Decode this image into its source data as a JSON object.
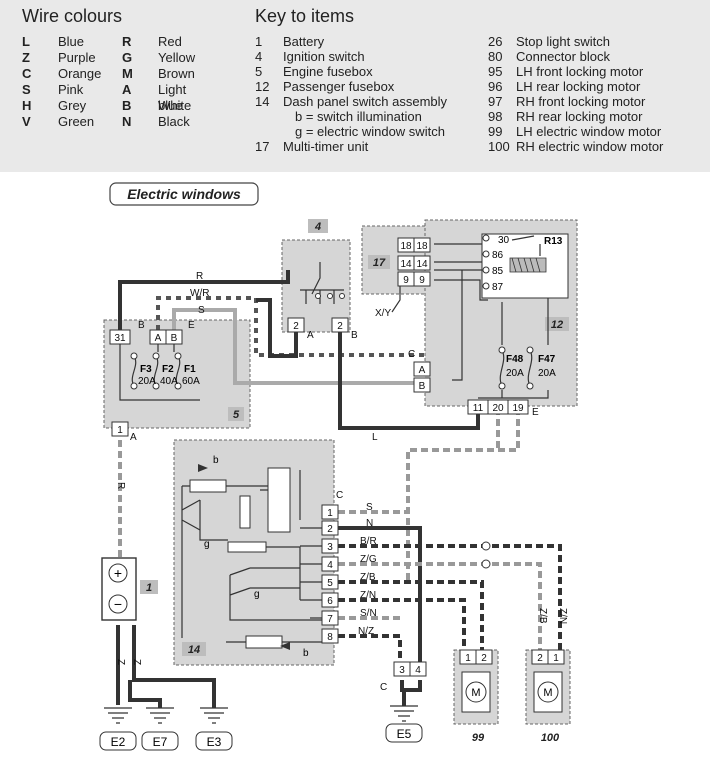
{
  "wire_colours": {
    "title": "Wire colours",
    "entries": [
      {
        "code": "L",
        "name": "Blue"
      },
      {
        "code": "Z",
        "name": "Purple"
      },
      {
        "code": "C",
        "name": "Orange"
      },
      {
        "code": "S",
        "name": "Pink"
      },
      {
        "code": "H",
        "name": "Grey"
      },
      {
        "code": "V",
        "name": "Green"
      },
      {
        "code": "R",
        "name": "Red"
      },
      {
        "code": "G",
        "name": "Yellow"
      },
      {
        "code": "M",
        "name": "Brown"
      },
      {
        "code": "A",
        "name": "Light blue"
      },
      {
        "code": "B",
        "name": "White"
      },
      {
        "code": "N",
        "name": "Black"
      }
    ]
  },
  "key": {
    "title": "Key to items",
    "left": [
      {
        "num": "1",
        "text": "Battery"
      },
      {
        "num": "4",
        "text": "Ignition switch"
      },
      {
        "num": "5",
        "text": "Engine fusebox"
      },
      {
        "num": "12",
        "text": "Passenger fusebox"
      },
      {
        "num": "14",
        "text": "Dash panel switch assembly"
      },
      {
        "num": "",
        "text": "b = switch illumination"
      },
      {
        "num": "",
        "text": "g = electric window switch"
      },
      {
        "num": "17",
        "text": "Multi-timer unit"
      }
    ],
    "right": [
      {
        "num": "26",
        "text": "Stop light switch"
      },
      {
        "num": "80",
        "text": "Connector block"
      },
      {
        "num": "95",
        "text": "LH front locking motor"
      },
      {
        "num": "96",
        "text": "LH rear locking motor"
      },
      {
        "num": "97",
        "text": "RH front locking motor"
      },
      {
        "num": "98",
        "text": "RH rear locking motor"
      },
      {
        "num": "99",
        "text": "LH electric window motor"
      },
      {
        "num": "100",
        "text": "RH electric window motor"
      }
    ]
  },
  "diagram": {
    "title": "Electric windows",
    "items": {
      "battery": "1",
      "ignition": "4",
      "engine_fusebox": "5",
      "pass_fusebox": "12",
      "switch_assembly": "14",
      "multi_timer": "17",
      "motor_lh": "99",
      "motor_rh": "100"
    },
    "fuses_engine": [
      {
        "name": "F3",
        "rating": "20A"
      },
      {
        "name": "F2",
        "rating": "40A"
      },
      {
        "name": "F1",
        "rating": "60A"
      }
    ],
    "fuses_pass": [
      {
        "name": "F48",
        "rating": "20A"
      },
      {
        "name": "F47",
        "rating": "20A"
      }
    ],
    "relay": {
      "label": "R13",
      "pins": [
        "30",
        "86",
        "85",
        "87"
      ]
    },
    "grounds": [
      "E2",
      "E7",
      "E3",
      "E5"
    ],
    "wire_labels": {
      "R": "R",
      "WR": "W/R",
      "S": "S",
      "L": "L",
      "N": "N",
      "BR": "B/R",
      "ZG": "Z/G",
      "ZB": "Z/B",
      "ZN": "Z/N",
      "SN": "S/N",
      "NZ": "N/Z",
      "XY": "X/Y",
      "Z": "Z"
    },
    "connectors": {
      "A": "A",
      "B": "B",
      "C": "C",
      "E": "E",
      "31": "31",
      "1": "1",
      "2": "2",
      "3": "3",
      "4": "4",
      "5": "5",
      "6": "6",
      "7": "7",
      "8": "8",
      "9": "9",
      "11": "11",
      "14": "14",
      "18": "18",
      "19": "19",
      "20": "20"
    },
    "switch_labels": {
      "b": "b",
      "g": "g"
    },
    "motor_symbol": "M",
    "battery_plus": "+",
    "battery_minus": "−"
  }
}
